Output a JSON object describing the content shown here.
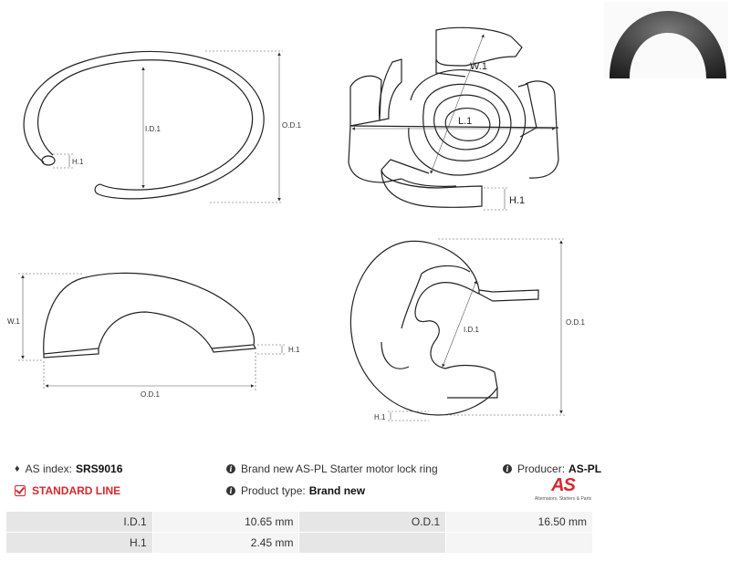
{
  "diagram": {
    "labels": {
      "ring_id": "I.D.1",
      "ring_od": "O.D.1",
      "ring_h": "H.1",
      "iso_w": "W.1",
      "iso_l": "L.1",
      "iso_h": "H.1",
      "side_w": "W.1",
      "side_h": "H.1",
      "side_od": "O.D.1",
      "top_id": "I.D.1",
      "top_od": "O.D.1",
      "top_h": "H.1"
    }
  },
  "info": {
    "index_label": "AS index:",
    "index_value": "SRS9016",
    "line_label": "STANDARD LINE",
    "description": "Brand new AS-PL Starter motor lock ring",
    "type_label": "Product type:",
    "type_value": "Brand new",
    "producer_label": "Producer:",
    "producer_value": "AS-PL",
    "logo_text": "AS",
    "logo_sub": "Alternators, Starters & Parts"
  },
  "params": {
    "rows": [
      {
        "l1": "I.D.1",
        "v1": "10.65 mm",
        "l2": "O.D.1",
        "v2": "16.50 mm"
      },
      {
        "l1": "H.1",
        "v1": "2.45 mm",
        "l2": "",
        "v2": ""
      }
    ]
  },
  "colors": {
    "accent": "#d6282e",
    "line": "#222222",
    "table_label_bg": "#e6e6e6",
    "table_value_bg": "#f5f5f5"
  }
}
